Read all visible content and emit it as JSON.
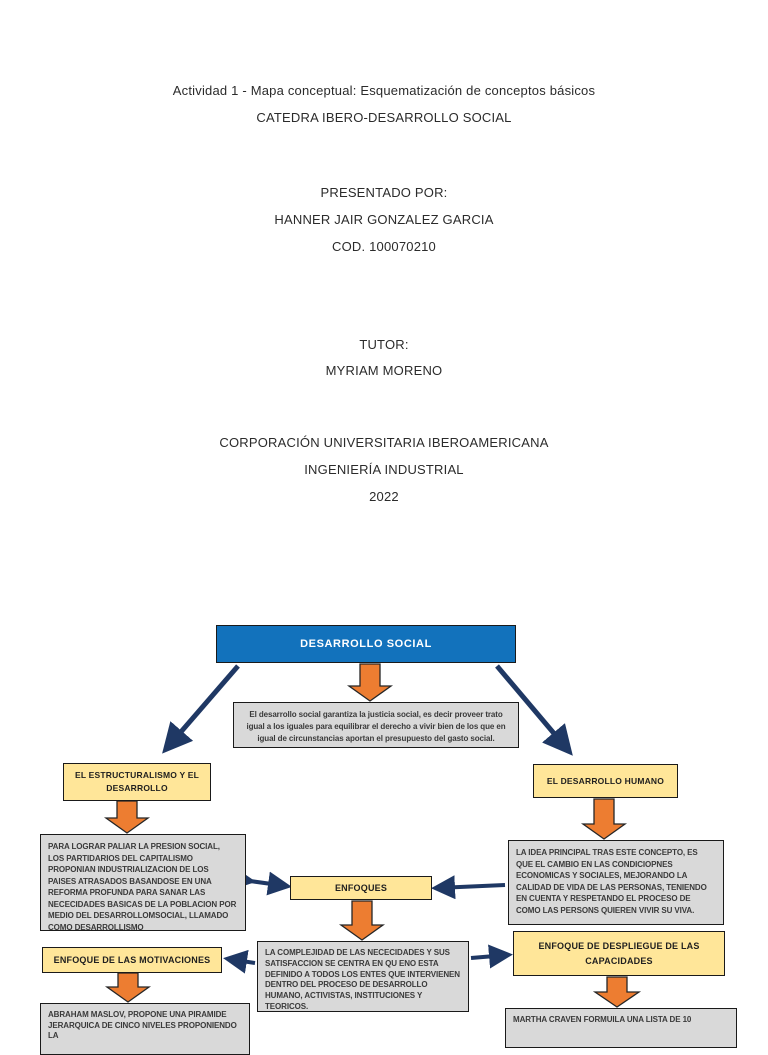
{
  "document": {
    "header": {
      "activity_title": "Actividad 1 - Mapa conceptual: Esquematización de conceptos básicos",
      "course": "CATEDRA IBERO-DESARROLLO SOCIAL"
    },
    "presented_by_label": "PRESENTADO POR:",
    "student_name": "HANNER JAIR GONZALEZ GARCIA",
    "student_code": "COD. 100070210",
    "tutor_label": "TUTOR:",
    "tutor_name": "MYRIAM MORENO",
    "university": "CORPORACIÓN UNIVERSITARIA IBEROAMERICANA",
    "program": "INGENIERÍA INDUSTRIAL",
    "year": "2022"
  },
  "concept_map": {
    "root_node": "DESARROLLO SOCIAL",
    "root_description": "El desarrollo social garantiza la justicia social, es decir proveer trato igual a los iguales para equilibrar el derecho a vivir bien de los que en igual de circunstancias aportan el presupuesto del gasto social.",
    "left_node": "EL ESTRUCTURALISMO Y EL DESARROLLO",
    "left_description": "PARA LOGRAR PALIAR LA PRESION SOCIAL, LOS PARTIDARIOS DEL CAPITALISMO PROPONIAN INDUSTRIALIZACION DE LOS PAISES ATRASADOS BASANDOSE EN UNA REFORMA PROFUNDA PARA SANAR LAS NECECIDADES BASICAS DE LA POBLACION POR MEDIO DEL DESARROLLOMSOCIAL, LLAMADO COMO DESARROLLISMO",
    "right_node": "EL DESARROLLO HUMANO",
    "right_description": "LA IDEA PRINCIPAL TRAS ESTE CONCEPTO, ES QUE EL CAMBIO EN LAS CONDICIOPNES ECONOMICAS Y SOCIALES, MEJORANDO LA CALIDAD DE VIDA DE LAS PERSONAS, TENIENDO EN CUENTA Y RESPETANDO EL PROCESO DE COMO LAS PERSONS QUIEREN VIVIR SU VIVA.",
    "center_node": "ENFOQUES",
    "center_description": "LA COMPLEJIDAD DE LAS NECECIDADES Y SUS SATISFACCION SE CENTRA EN QU ENO ESTA DEFINIDO A TODOS LOS ENTES QUE INTERVIENEN DENTRO DEL PROCESO DE DESARROLLO HUMANO, ACTIVISTAS, INSTITUCIONES Y TEORICOS.",
    "bottom_left_node": "ENFOQUE DE LAS MOTIVACIONES",
    "bottom_left_description": "ABRAHAM MASLOV, PROPONE UNA PIRAMIDE JERARQUICA DE CINCO NIVELES PROPONIENDO LA",
    "bottom_right_node": "ENFOQUE DE DESPLIEGUE DE LAS CAPACIDADES",
    "bottom_right_description": "MARTHA CRAVEN FORMUILA UNA LISTA DE 10"
  },
  "colors": {
    "root_node_fill": "#1272BC",
    "concept_node_fill": "#FFE699",
    "description_fill": "#D9D9D9",
    "block_arrow_fill": "#ED7D31",
    "connector_color": "#1F3864"
  }
}
